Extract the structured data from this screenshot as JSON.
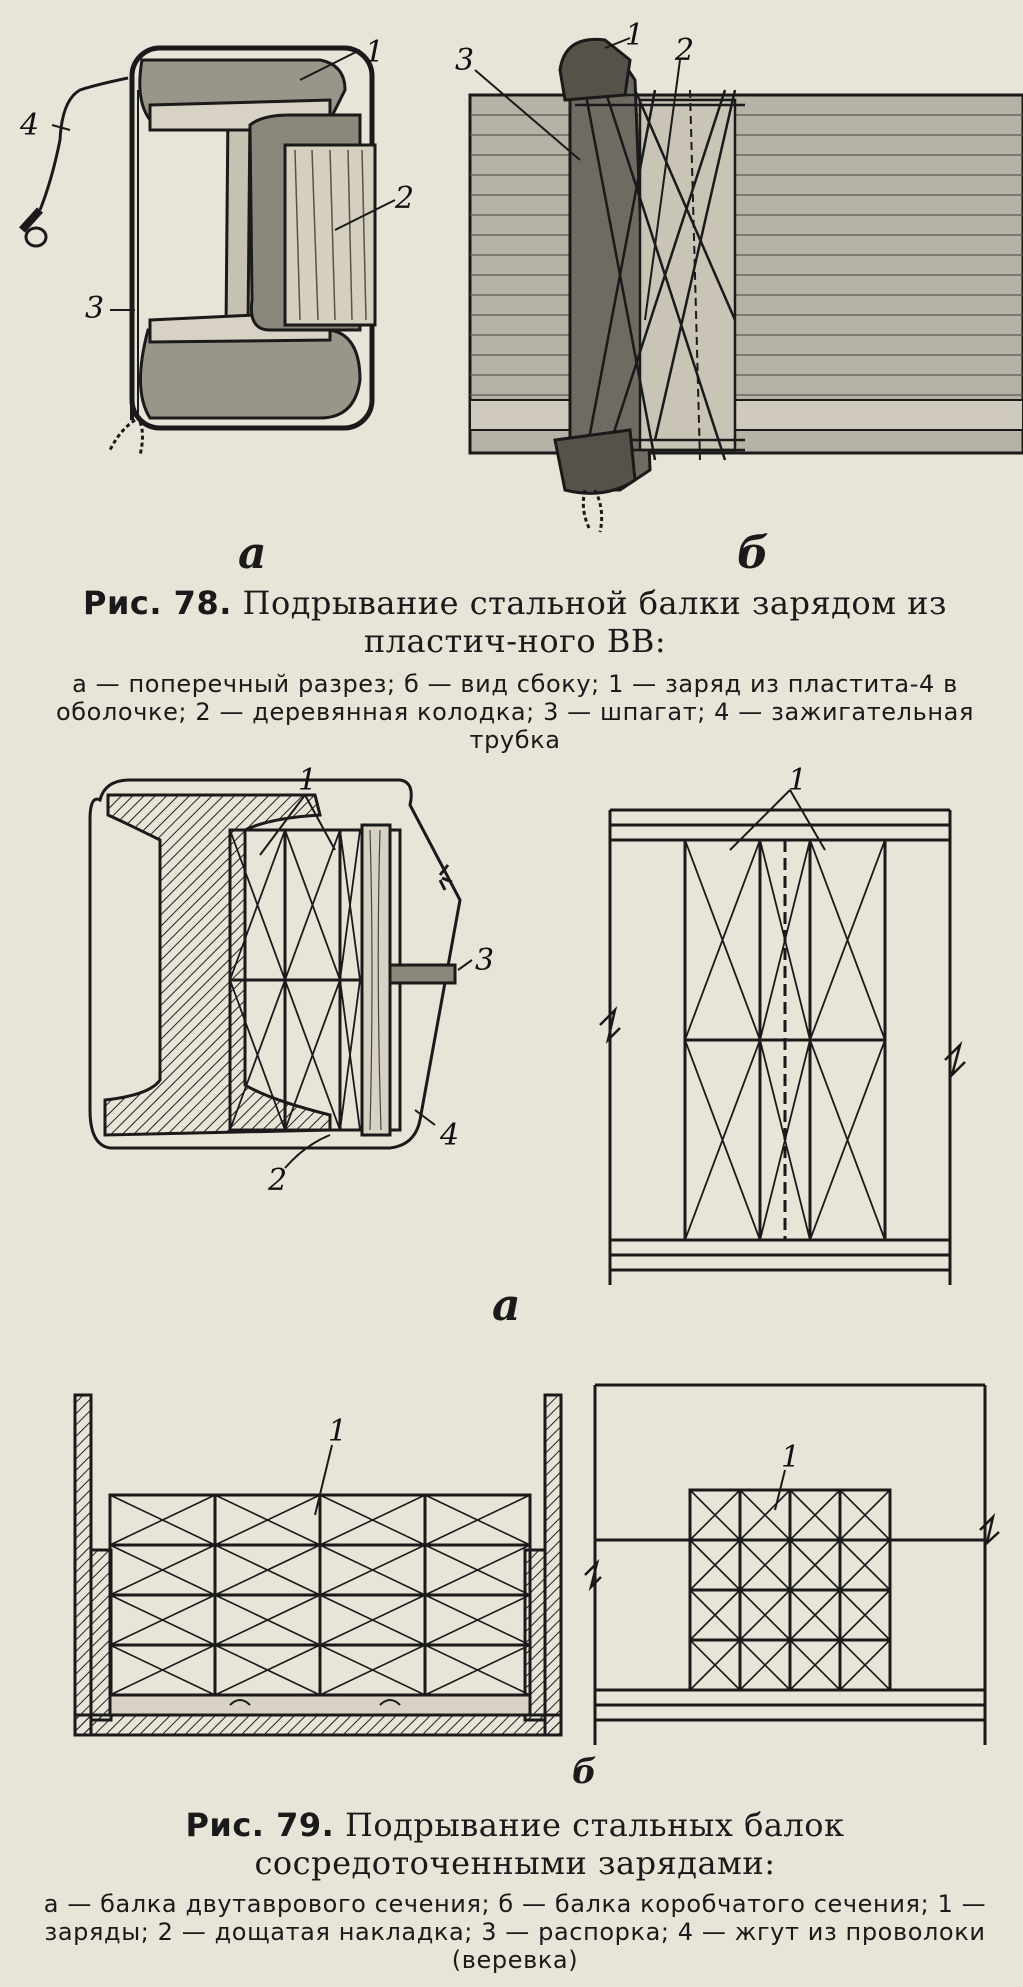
{
  "fig78": {
    "label_a": "а",
    "label_b": "б",
    "callouts_a": [
      "1",
      "2",
      "3",
      "4"
    ],
    "callouts_b": [
      "3",
      "1",
      "2"
    ],
    "title_num": "Рис. 78.",
    "title_text": "Подрывание стальной балки зарядом из пластич-ного ВВ:",
    "legend": "а — поперечный разрез; б — вид сбоку; 1 — заряд из пластита-4 в оболочке; 2 — деревянная колодка; 3 — шпагат; 4 — зажигательная трубка"
  },
  "fig79": {
    "label_a": "а",
    "label_b": "б",
    "callouts_a_left": [
      "1",
      "3",
      "4",
      "2"
    ],
    "callouts_a_right": [
      "1"
    ],
    "callouts_b_left": [
      "1"
    ],
    "callouts_b_right": [
      "1"
    ],
    "title_num": "Рис. 79.",
    "title_text": "Подрывание стальных балок сосредоточенными зарядами:",
    "legend": "а — балка двутаврового сечения; б — балка коробчатого сечения; 1 — заряды; 2 — дощатая накладка; 3 — распорка; 4 — жгут из проволоки (веревка)"
  }
}
